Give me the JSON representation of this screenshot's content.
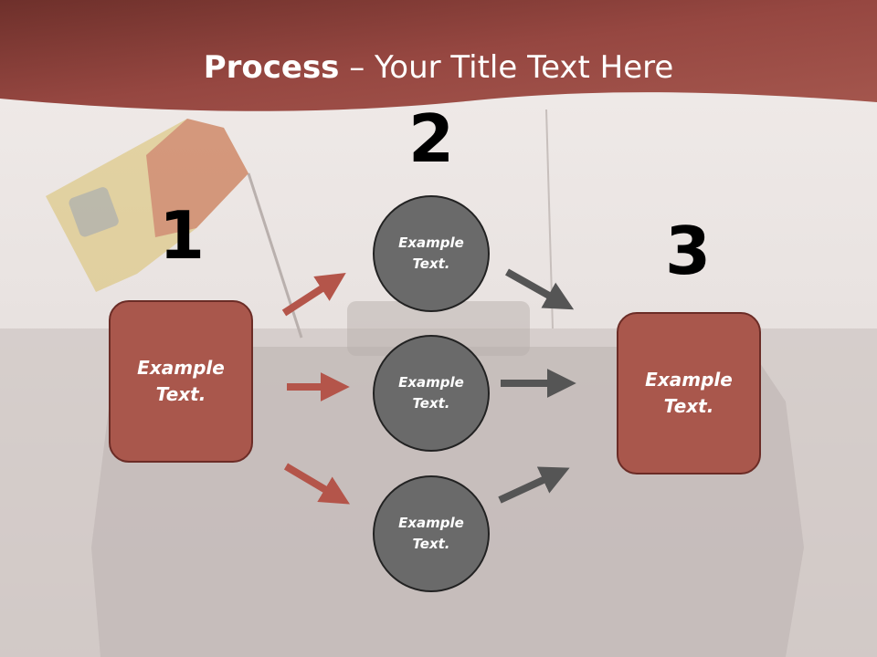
{
  "title": {
    "bold": "Process",
    "rest": " – Your Title Text Here"
  },
  "steps": {
    "one": {
      "number": "1",
      "label": "Example Text."
    },
    "two": {
      "number": "2",
      "circles": [
        {
          "label": "Example Text."
        },
        {
          "label": "Example Text."
        },
        {
          "label": "Example Text."
        }
      ]
    },
    "three": {
      "number": "3",
      "label": "Example Text."
    }
  },
  "colors": {
    "header": "#a14d44",
    "box_fill": "#a9574c",
    "circle_fill": "#6a6a6a",
    "arrow_red": "#b4554a",
    "arrow_gray": "#555555"
  }
}
